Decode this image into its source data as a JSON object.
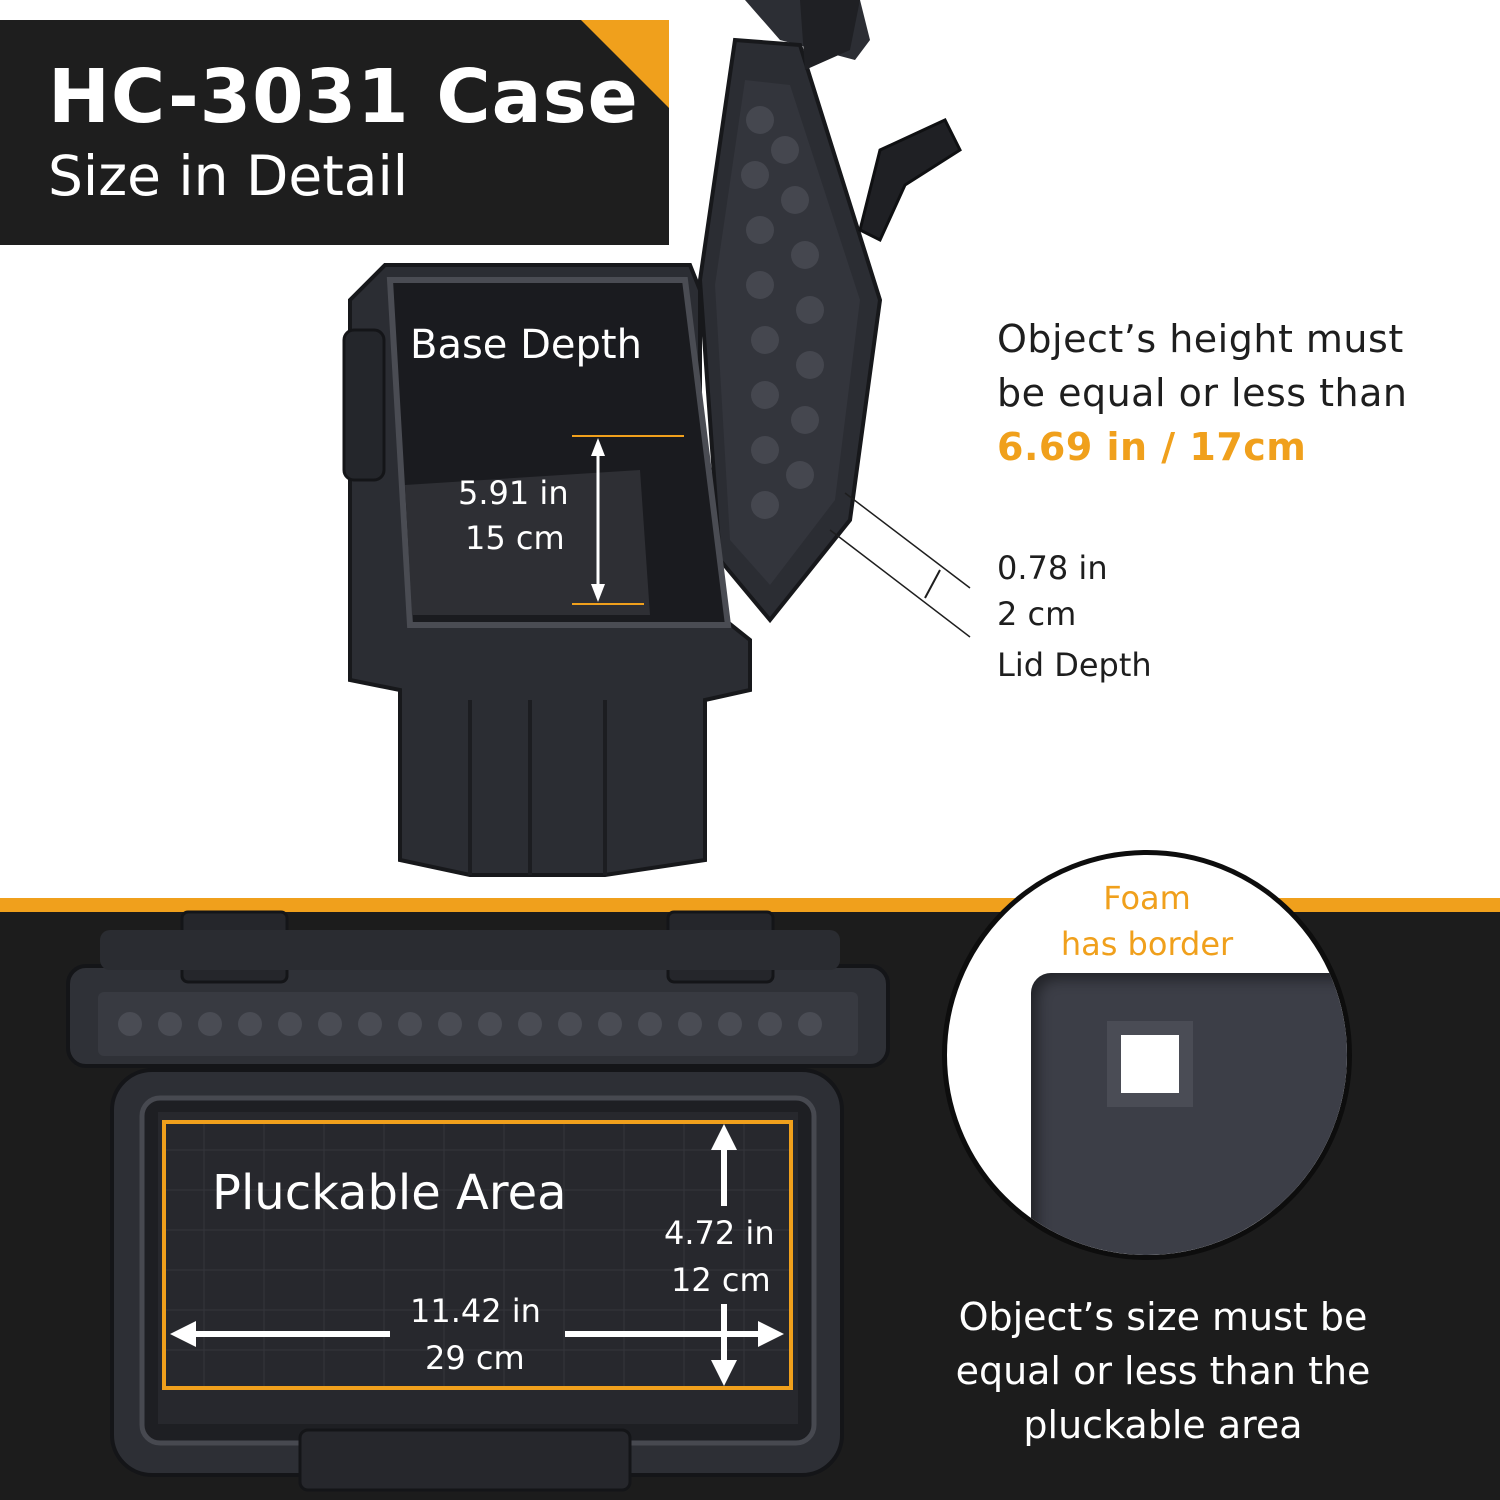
{
  "title": {
    "model": "HC-3031 Case",
    "subtitle": "Size in Detail"
  },
  "height_note": {
    "line1": "Object’s height must",
    "line2": "be equal or less than",
    "value": "6.69 in / 17cm"
  },
  "base_depth": {
    "label": "Base Depth",
    "inches": "5.91 in",
    "cm": "15 cm"
  },
  "lid_depth": {
    "inches": "0.78 in",
    "cm": "2 cm",
    "label": "Lid Depth"
  },
  "pluckable": {
    "label": "Pluckable Area",
    "height_in": "4.72 in",
    "height_cm": "12 cm",
    "width_in": "11.42 in",
    "width_cm": "29 cm"
  },
  "foam_detail": {
    "line1": "Foam",
    "line2": "has border"
  },
  "size_note": {
    "line1": "Object’s size must be",
    "line2": "equal or less than the",
    "line3": "pluckable area"
  },
  "colors": {
    "accent": "#f0a01c",
    "dark": "#1e1e1e",
    "case": "#2b2d33"
  }
}
